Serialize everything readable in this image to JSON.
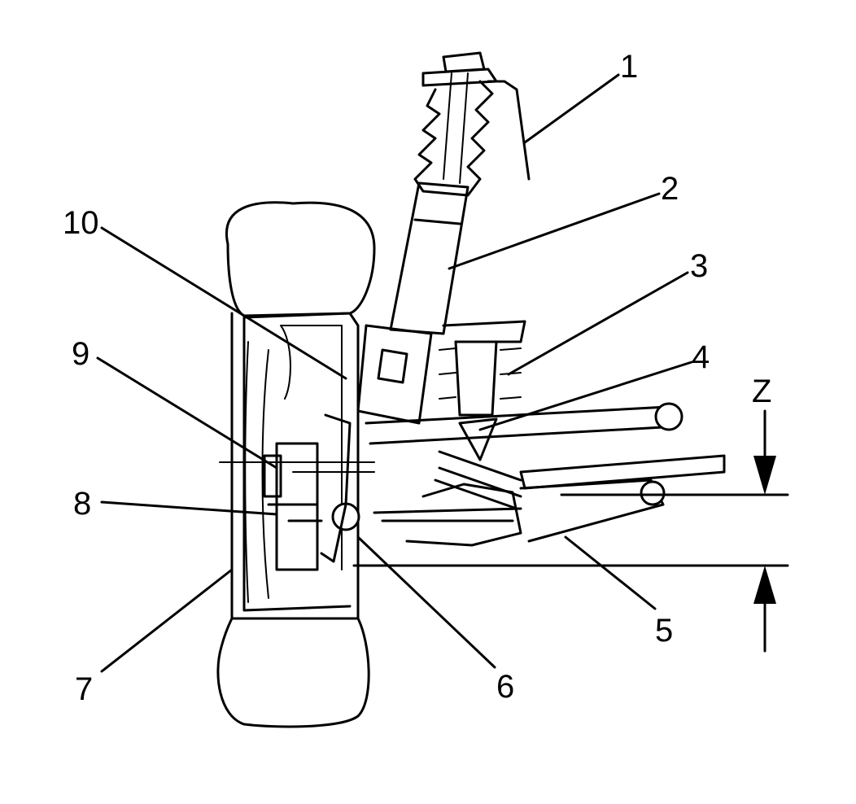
{
  "callouts": [
    {
      "id": "1",
      "text": "1"
    },
    {
      "id": "2",
      "text": "2"
    },
    {
      "id": "3",
      "text": "3"
    },
    {
      "id": "4",
      "text": "4"
    },
    {
      "id": "5",
      "text": "5"
    },
    {
      "id": "6",
      "text": "6"
    },
    {
      "id": "7",
      "text": "7"
    },
    {
      "id": "8",
      "text": "8"
    },
    {
      "id": "9",
      "text": "9"
    },
    {
      "id": "10",
      "text": "10"
    }
  ],
  "dimension": {
    "label": "Z"
  },
  "colors": {
    "ink": "#000000",
    "paper": "#ffffff"
  }
}
